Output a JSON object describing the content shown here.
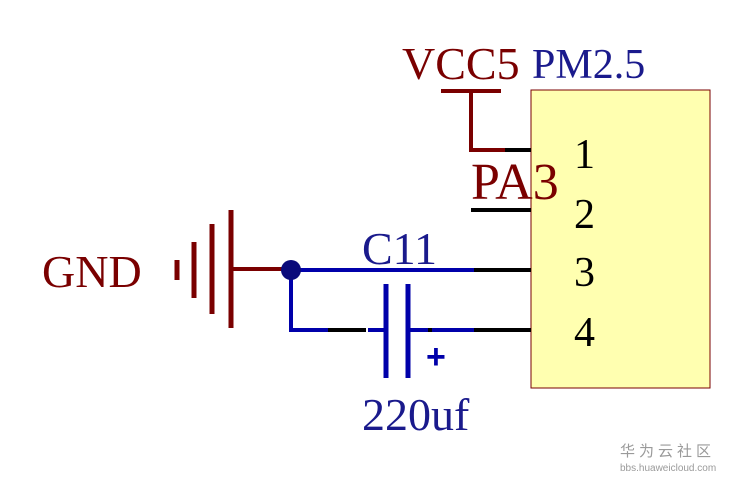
{
  "component": {
    "name": "PM2.5",
    "pins": [
      "1",
      "2",
      "3",
      "4"
    ]
  },
  "net_labels": {
    "vcc": "VCC5",
    "pa": "PA3",
    "gnd": "GND"
  },
  "capacitor": {
    "ref": "C11",
    "value": "220uf",
    "polarity_mark": "+"
  },
  "watermark": {
    "brand": "华为云社区",
    "url": "bbs.huaweicloud.com"
  },
  "colors": {
    "net_label": "#7a0000",
    "component_text": "#1a1a8c",
    "wire": "#0000aa",
    "pin": "#000000",
    "body_fill": "#ffffb0",
    "body_stroke": "#7a0000",
    "watermark": "#9a9a9a"
  }
}
